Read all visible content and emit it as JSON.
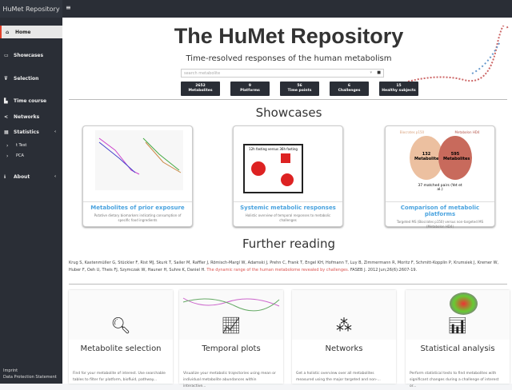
{
  "app": {
    "title": "HuMet Repository",
    "menu_icon": "hamburger-icon"
  },
  "sidebar": {
    "items": [
      {
        "label": "Home",
        "icon": "home-icon"
      },
      {
        "label": "Showcases",
        "icon": "monitor-icon"
      },
      {
        "label": "Selection",
        "icon": "filter-icon"
      },
      {
        "label": "Time course",
        "icon": "chart-area-icon"
      },
      {
        "label": "Networks",
        "icon": "share-icon"
      },
      {
        "label": "Statistics",
        "icon": "table-icon"
      },
      {
        "label": "t Test",
        "icon": "angle-icon"
      },
      {
        "label": "PCA",
        "icon": "angle-icon"
      },
      {
        "label": "About",
        "icon": "info-icon"
      }
    ],
    "footer": [
      "Imprint",
      "Data Protection Statement"
    ]
  },
  "header": {
    "title": "The HuMet Repository",
    "subtitle": "Time-resolved responses of the human metabolism",
    "search_placeholder": "search metabolite"
  },
  "stats": [
    {
      "value": "2652",
      "label": "Metabolites"
    },
    {
      "value": "9",
      "label": "Platforms"
    },
    {
      "value": "56",
      "label": "Time points"
    },
    {
      "value": "6",
      "label": "Challenges"
    },
    {
      "value": "15",
      "label": "Healthy subjects"
    }
  ],
  "showcases": {
    "heading": "Showcases",
    "cards": [
      {
        "title": "Metabolites of prior exposure",
        "desc": "Putative dietary biomarkers indicating consumption of specific food ingredients"
      },
      {
        "title": "Systemic metabolic responses",
        "desc": "Holistic overview of temporal responses to metabolic challenges",
        "inset": "12h fasting versus 36h fasting"
      },
      {
        "title": "Comparison of metabolic platforms",
        "desc": "Targeted MS (Biocrates p150) versus non-targeted MS (Metabolon HD4)",
        "venn": {
          "left_label": "Biocrates p150",
          "right_label": "Metabolon HD4",
          "left": "132 Metabolites",
          "right": "595 Metabolites",
          "note": "37 matched pairs (Yet et al.)"
        }
      }
    ]
  },
  "reading": {
    "heading": "Further reading",
    "authors": "Krug S, Kastenmüller G, Stückler F, Rist MJ, Skurk T, Sailer M, Raffler J, Römisch-Margl W, Adamski J, Prehn C, Frank T, Engel KH, Hofmann T, Luy B, Zimmermann R, Moritz F, Schmitt-Kopplin P, Krumsiek J, Kremer W, Huber F, Oeh U, Theis FJ, Szymczak W, Hauner H, Suhre K, Daniel H.",
    "link": "The dynamic range of the human metabolome revealed by challenges.",
    "journal": "FASEB J. 2012 Jun;26(6):2607-19."
  },
  "features": [
    {
      "title": "Metabolite selection",
      "desc": "Find for your metabolite of interest. Use searchable tables to filter for platform, biofluid, pathway...",
      "icon": "search-icon"
    },
    {
      "title": "Temporal plots",
      "desc": "Visualize your metabolic trajectories using mean or individual metabolite abundances within interactive...",
      "icon": "line-chart-icon"
    },
    {
      "title": "Networks",
      "desc": "Get a holistic overview over all metabolites measured using the major targeted and non-...",
      "icon": "network-icon"
    },
    {
      "title": "Statistical analysis",
      "desc": "Perform statistical tests to find metabolites with significant changes during a challenge of interest or...",
      "icon": "bar-chart-icon"
    }
  ]
}
